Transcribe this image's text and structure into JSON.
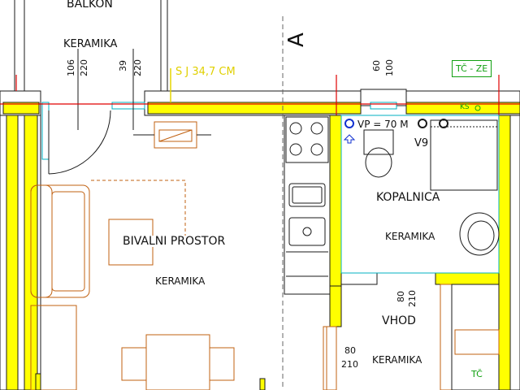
{
  "labels": {
    "balkon": "BALKON",
    "keramika_balkon": "KERAMIKA",
    "dim_106": "106",
    "dim_220a": "220",
    "dim_39": "39",
    "dim_220b": "220",
    "sj": "S J  34,7 CM",
    "section": "A",
    "dim_60": "60",
    "dim_100": "100",
    "tc_ze": "TČ - ZE",
    "ks": "KS",
    "vp": "VP = 70  M",
    "v9": "V9",
    "kopalnica": "KOPALNICA",
    "keramika_kop": "KERAMIKA",
    "bivalni": "BIVALNI PROSTOR",
    "keramika_biv": "KERAMIKA",
    "door_80a": "80",
    "door_210a": "210",
    "vhod": "VHOD",
    "door_80b": "80",
    "door_210b": "210",
    "keramika_vhod": "KERAMIKA",
    "tc": "TČ"
  },
  "colors": {
    "wall_fill": "#ffff00",
    "wall_line": "#1a1a1a",
    "furniture": "#c06010",
    "axis_red": "#e00000",
    "annotation_yellow": "#e6d600",
    "annotation_green": "#10a010",
    "fixture_blue": "#1030d0",
    "window_cyan": "#00b0c0"
  }
}
